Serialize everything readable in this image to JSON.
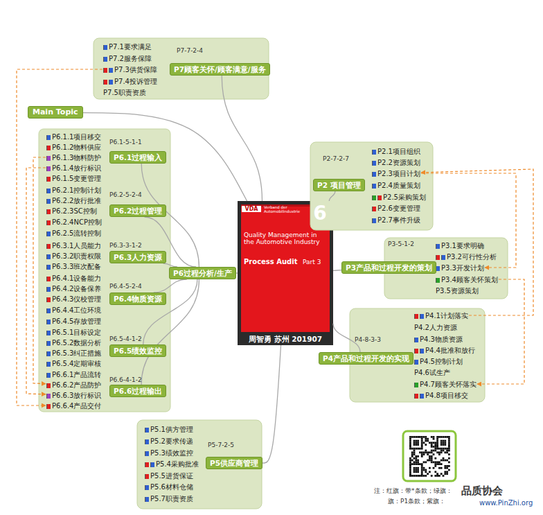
{
  "diagram": {
    "nodes": [
      {
        "text": [
          "Main Topic"
        ]
      },
      {
        "text": [
          "VDA",
          "Verband der Automobilindustrie",
          "6",
          "Quality Management in the Automotive Industry",
          "Process Audit",
          "Part 3",
          "周智勇 苏州 201907"
        ]
      },
      {
        "text": [
          "P7-7-2-4"
        ]
      },
      {
        "text": [
          "P7.1要求满足"
        ],
        "in": 2
      },
      {
        "text": [
          "P7.2服务保障"
        ],
        "in": 2
      },
      {
        "text": [
          "P7.3供货保障"
        ],
        "in": 2
      },
      {
        "text": [
          "P7.4投诉管理"
        ],
        "in": 2
      },
      {
        "text": [
          "P7.5职责资质"
        ],
        "in": 2
      },
      {
        "text": [
          "P7顾客关怀/顾客满意/服务"
        ]
      },
      {
        "text": [
          "P2-7-2-7"
        ]
      },
      {
        "text": [
          "P2.1项目组织"
        ],
        "in": 9
      },
      {
        "text": [
          "P2.2资源策划"
        ],
        "in": 9
      },
      {
        "text": [
          "P2.3项目计划"
        ],
        "in": 9
      },
      {
        "text": [
          "P2.4质量策划"
        ],
        "in": 9
      },
      {
        "text": [
          "P2.5采购策划"
        ],
        "in": 9
      },
      {
        "text": [
          "P2.6变更管理"
        ],
        "in": 9
      },
      {
        "text": [
          "P2.7事件升级"
        ],
        "in": 9
      },
      {
        "text": [
          "P2 项目管理"
        ]
      },
      {
        "text": [
          "P6过程分析/生产"
        ]
      },
      {
        "text": [
          "P6.1-5-1-1"
        ]
      },
      {
        "text": [
          "P6.1.1项目移交"
        ],
        "in": 19
      },
      {
        "text": [
          "P6.1.2物料供应"
        ],
        "in": 19
      },
      {
        "text": [
          "P6.1.3物料防护"
        ],
        "in": 19
      },
      {
        "text": [
          "P6.1.4放行标识"
        ],
        "in": 19
      },
      {
        "text": [
          "P6.1.5变更管理"
        ],
        "in": 19
      },
      {
        "text": [
          "P6.1过程输入"
        ],
        "in": 19
      },
      {
        "text": [
          "P6.2-5-2-4"
        ]
      },
      {
        "text": [
          "P6.2.1控制计划"
        ],
        "in": 26
      },
      {
        "text": [
          "P6.2.2放行批准"
        ],
        "in": 26
      },
      {
        "text": [
          "P6.2.3SC控制"
        ],
        "in": 26
      },
      {
        "text": [
          "P6.2.4NCP控制"
        ],
        "in": 26
      },
      {
        "text": [
          "P6.2.5流转控制"
        ],
        "in": 26
      },
      {
        "text": [
          "P6.2过程管理"
        ],
        "in": 26
      },
      {
        "text": [
          "P6.3-3-1-2"
        ]
      },
      {
        "text": [
          "P6.3.1人员能力"
        ],
        "in": 33
      },
      {
        "text": [
          "P6.3.2职责权限"
        ],
        "in": 33
      },
      {
        "text": [
          "P6.3.3班次配备"
        ],
        "in": 33
      },
      {
        "text": [
          "P6.3人力资源"
        ],
        "in": 33
      },
      {
        "text": [
          "P6.4-5-2-4"
        ]
      },
      {
        "text": [
          "P6.4.1设备能力"
        ],
        "in": 38
      },
      {
        "text": [
          "P6.4.2设备保养"
        ],
        "in": 38
      },
      {
        "text": [
          "P6.4.3仪校管理"
        ],
        "in": 38
      },
      {
        "text": [
          "P6.4.4工位环境"
        ],
        "in": 38
      },
      {
        "text": [
          "P6.4.5存放管理"
        ],
        "in": 38
      },
      {
        "text": [
          "P6.4物质资源"
        ],
        "in": 38
      },
      {
        "text": [
          "P6.5-4-1-2"
        ]
      },
      {
        "text": [
          "P6.5.1目标设定"
        ],
        "in": 45
      },
      {
        "text": [
          "P6.5.2数据分析"
        ],
        "in": 45
      },
      {
        "text": [
          "P6.5.3纠正措施"
        ],
        "in": 45
      },
      {
        "text": [
          "P6.5.4定期审核"
        ],
        "in": 45
      },
      {
        "text": [
          "P6.5绩效监控"
        ],
        "in": 45
      },
      {
        "text": [
          "P6.6-4-1-2"
        ]
      },
      {
        "text": [
          "P6.6.1产品流转"
        ],
        "in": 51
      },
      {
        "text": [
          "P6.6.2产品防护"
        ],
        "in": 51
      },
      {
        "text": [
          "P6.6.3放行标识"
        ],
        "in": 51
      },
      {
        "text": [
          "P6.6.4产品交付"
        ],
        "in": 51
      },
      {
        "text": [
          "P6.6过程输出"
        ],
        "in": 51
      },
      {
        "text": [
          "P3-5-1-2"
        ]
      },
      {
        "text": [
          "P3.1要求明确"
        ],
        "in": 57
      },
      {
        "text": [
          "P3.2可行性分析"
        ],
        "in": 57
      },
      {
        "text": [
          "P3.3开发计划"
        ],
        "in": 57
      },
      {
        "text": [
          "P3.4顾客关怀策划"
        ],
        "in": 57
      },
      {
        "text": [
          "P3.5资源策划"
        ],
        "in": 57
      },
      {
        "text": [
          "P3产品和过程开发的策划"
        ]
      },
      {
        "text": [
          "P4-8-3-3"
        ]
      },
      {
        "text": [
          "P4.1计划落实"
        ],
        "in": 64
      },
      {
        "text": [
          "P4.2人力资源"
        ],
        "in": 64
      },
      {
        "text": [
          "P4.3物质资源"
        ],
        "in": 64
      },
      {
        "text": [
          "P4.4批准和放行"
        ],
        "in": 64
      },
      {
        "text": [
          "P4.5控制计划"
        ],
        "in": 64
      },
      {
        "text": [
          "P4.6试生产"
        ],
        "in": 64
      },
      {
        "text": [
          "P4.7顾客关怀落实"
        ],
        "in": 64
      },
      {
        "text": [
          "P4.8项目移交"
        ],
        "in": 64
      },
      {
        "text": [
          "P4产品和过程开发的实现"
        ]
      },
      {
        "text": [
          "P5-7-2-5"
        ]
      },
      {
        "text": [
          "P5.1供方管理"
        ],
        "in": 74
      },
      {
        "text": [
          "P5.2要求传递"
        ],
        "in": 74
      },
      {
        "text": [
          "P5.3绩效监控"
        ],
        "in": 74
      },
      {
        "text": [
          "P5.4采购批准"
        ],
        "in": 74
      },
      {
        "text": [
          "P5.5进货保证"
        ],
        "in": 74
      },
      {
        "text": [
          "P5.6材料仓储"
        ],
        "in": 74
      },
      {
        "text": [
          "P5.7职责资质"
        ],
        "in": 74
      },
      {
        "text": [
          "P5供应商管理"
        ]
      }
    ],
    "edges": [
      {
        "from": 0,
        "to": 1,
        "arrow": "none"
      },
      {
        "from": 1,
        "to": 8,
        "arrow": "none"
      },
      {
        "from": 1,
        "to": 17,
        "arrow": "none"
      },
      {
        "from": 1,
        "to": 18,
        "arrow": "none"
      },
      {
        "from": 1,
        "to": 63,
        "arrow": "none"
      },
      {
        "from": 1,
        "to": 73,
        "arrow": "none"
      },
      {
        "from": 1,
        "to": 82,
        "arrow": "none"
      },
      {
        "from": 18,
        "to": 25,
        "arrow": "none"
      },
      {
        "from": 18,
        "to": 32,
        "arrow": "none"
      },
      {
        "from": 18,
        "to": 37,
        "arrow": "none"
      },
      {
        "from": 18,
        "to": 44,
        "arrow": "none"
      },
      {
        "from": 18,
        "to": 50,
        "arrow": "none"
      },
      {
        "from": 18,
        "to": 56,
        "arrow": "none"
      },
      {
        "from": 12,
        "to": 60,
        "arrow": "to"
      },
      {
        "from": 61,
        "to": 71,
        "arrow": "to"
      },
      {
        "from": 65,
        "to": 12,
        "arrow": "to"
      },
      {
        "from": 22,
        "to": 53,
        "arrow": "to"
      },
      {
        "from": 23,
        "to": 54,
        "arrow": "to"
      },
      {
        "from": 5,
        "to": 55,
        "arrow": "to"
      }
    ],
    "labels": [
      "注：红旗：带*条款；绿旗：",
      "旗：P1条款；紫旗：",
      "品质协会",
      "www.PinZhi.org"
    ]
  }
}
